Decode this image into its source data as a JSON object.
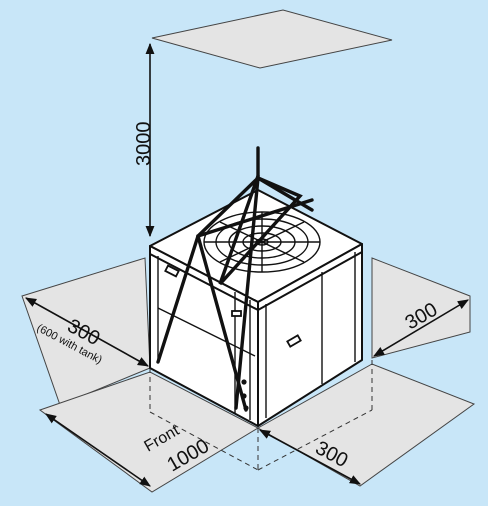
{
  "dimensions": {
    "top_clearance": "3000",
    "left_clearance": "300",
    "left_note": "(600 with tank)",
    "right_clearance": "300",
    "front_clearance": "1000",
    "front_label": "Front",
    "bottom_right_clearance": "300"
  },
  "colors": {
    "background": "#c8e6f8",
    "plane": "#e4e4e4",
    "unit": "#ffffff",
    "line": "#111111"
  }
}
